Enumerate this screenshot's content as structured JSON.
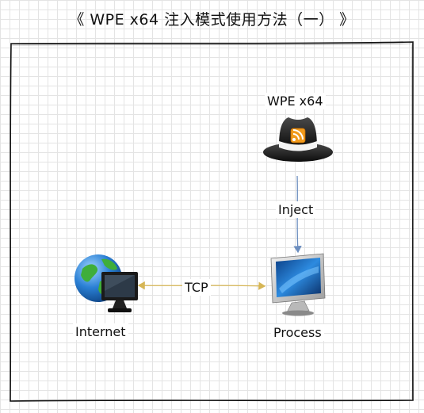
{
  "title": "《 WPE x64 注入模式使用方法（一） 》",
  "nodes": {
    "wpe": {
      "label": "WPE x64",
      "icon": "fedora-hat-icon"
    },
    "internet": {
      "label": "Internet",
      "icon": "globe-monitor-icon"
    },
    "process": {
      "label": "Process",
      "icon": "computer-monitor-icon"
    }
  },
  "edges": {
    "inject": {
      "label": "Inject",
      "from": "WPE x64",
      "to": "Process"
    },
    "tcp": {
      "label": "TCP",
      "from": "Internet",
      "to": "Process",
      "bidirectional": true
    }
  },
  "colors": {
    "inject_arrow": "#6c8ebf",
    "tcp_arrow": "#d6b656",
    "frame": "#111111",
    "grid": "#e4e4e4"
  }
}
